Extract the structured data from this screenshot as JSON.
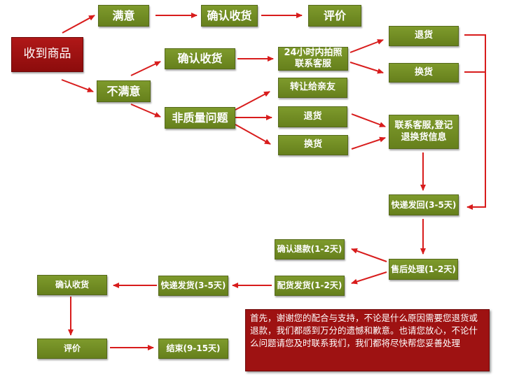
{
  "nodes": {
    "receive": "收到商品",
    "satisfied": "满意",
    "confirm_receipt_top": "确认收货",
    "review_top": "评价",
    "unsatisfied": "不满意",
    "confirm_receipt_mid": "确认收货",
    "photo_contact": "24小时内拍照联系客服",
    "return_top": "退货",
    "exchange_top": "换货",
    "non_quality": "非质量问题",
    "transfer": "转让给亲友",
    "return_mid": "退货",
    "exchange_mid": "换货",
    "contact_register": "联系客服,登记退换货信息",
    "express_return": "快递发回(3-5天)",
    "after_sales": "售后处理(1-2天)",
    "confirm_refund": "确认退款(1-2天)",
    "dispatch": "配货发货(1-2天)",
    "express_ship": "快递发货(3-5天)",
    "confirm_receipt_bottom": "确认收货",
    "review_bottom": "评价",
    "end": "结束(9-15天)"
  },
  "note": "首先，谢谢您的配合与支持，不论是什么原因需要您退货或退款，我们都感到万分的遗憾和歉意。也请您放心，不论什么问题请您及时联系我们，我们都将尽快帮您妥善处理",
  "colors": {
    "node_fill": "#729024",
    "node_border": "#55691a",
    "start_fill": "#a01010",
    "arrow": "#d81c1c",
    "note_fill": "#9e1212"
  }
}
